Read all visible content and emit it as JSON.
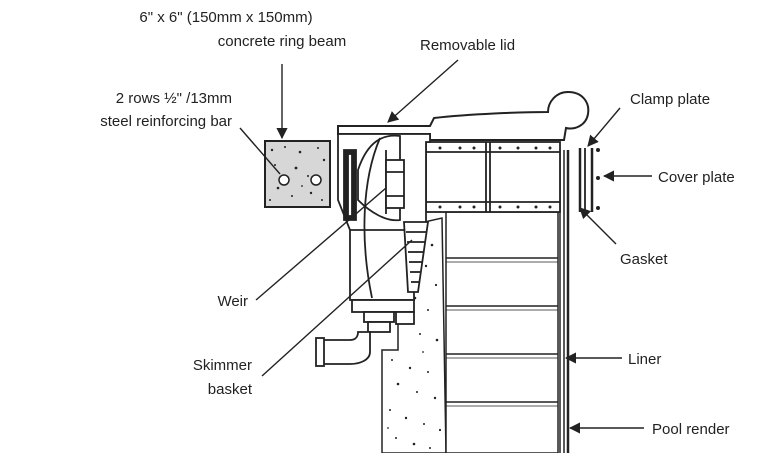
{
  "labels": {
    "ring_beam_line1": "6\" x 6\" (150mm x 150mm)",
    "ring_beam_line2": "concrete ring beam",
    "rebar_line1": "2 rows ½\" /13mm",
    "rebar_line2": "steel reinforcing bar",
    "removable_lid": "Removable lid",
    "clamp_plate": "Clamp plate",
    "cover_plate": "Cover plate",
    "gasket": "Gasket",
    "weir": "Weir",
    "skimmer_line1": "Skimmer",
    "skimmer_line2": "basket",
    "liner": "Liner",
    "pool_render": "Pool render"
  },
  "colors": {
    "ink": "#222222",
    "concrete": "#d7d7d7",
    "background": "#ffffff"
  }
}
